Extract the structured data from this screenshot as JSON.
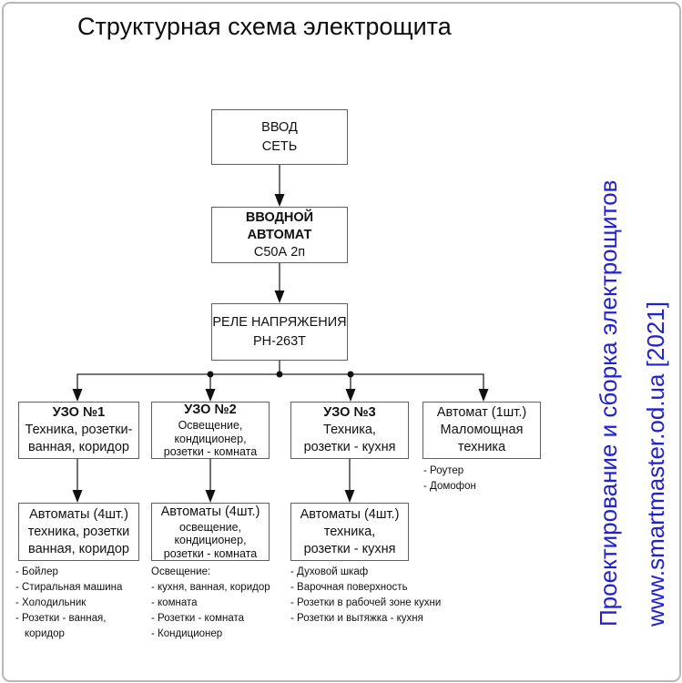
{
  "title": "Структурная схема электрощита",
  "credit": {
    "line1": "Проектирование и сборка электрощитов",
    "line2": "www.smartmaster.od.ua [2021]",
    "color": "#2121ce"
  },
  "nodes": {
    "input": [
      "ВВОД",
      "СЕТЬ"
    ],
    "main_breaker": [
      "ВВОДНОЙ",
      "АВТОМАТ",
      "С50А 2п"
    ],
    "voltage_relay": [
      "РЕЛЕ НАПРЯЖЕНИЯ",
      "РН-263Т"
    ],
    "uzo1": [
      "УЗО №1",
      "Техника, розетки-",
      "ванная, коридор"
    ],
    "uzo2": [
      "УЗО №2",
      "Освещение,",
      "кондиционер,",
      "розетки - комната"
    ],
    "uzo3": [
      "УЗО №3",
      "Техника,",
      "розетки - кухня"
    ],
    "single_breaker": [
      "Автомат (1шт.)",
      "Маломощная",
      "техника"
    ],
    "breakers1": [
      "Автоматы (4шт.)",
      "техника, розетки",
      "ванная, коридор"
    ],
    "breakers2": [
      "Автоматы (4шт.)",
      "освещение,",
      "кондиционер,",
      "розетки - комната"
    ],
    "breakers3": [
      "Автоматы (4шт.)",
      "техника,",
      "розетки - кухня"
    ]
  },
  "lists": {
    "col1": [
      "- Бойлер",
      "- Стиральная машина",
      "- Холодильник",
      "- Розетки - ванная,",
      "коридор"
    ],
    "col2": [
      "Освещение:",
      "- кухня, ванная, коридор",
      "- комната",
      "- Розетки - комната",
      "- Кондиционер"
    ],
    "col3": [
      "- Духовой шкаф",
      "- Варочная поверхность",
      "- Розетки в рабочей зоне кухни",
      "- Розетки и вытяжка - кухня"
    ],
    "col4": [
      "- Роутер",
      "- Домофон"
    ]
  }
}
